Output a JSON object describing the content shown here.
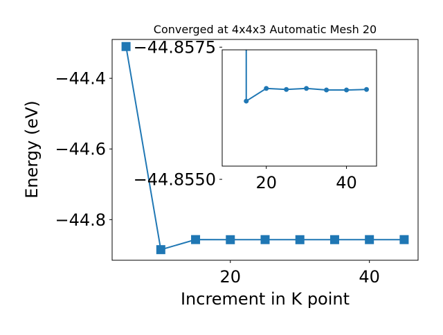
{
  "chart_data": [
    {
      "type": "line",
      "title": "Converged at 4x4x3 Automatic Mesh 20",
      "xlabel": "Increment in K point",
      "ylabel": "Energy (eV)",
      "xlim": [
        3,
        47
      ],
      "ylim": [
        -44.915,
        -44.29
      ],
      "xticks": [
        20,
        40
      ],
      "yticks": [
        -44.4,
        -44.6,
        -44.8
      ],
      "ytick_labels": [
        "−44.4",
        "−44.6",
        "−44.8"
      ],
      "xtick_labels": [
        "20",
        "40"
      ],
      "marker": "square",
      "color": "#1f77b4",
      "grid": false,
      "series": [
        {
          "x": [
            5,
            10,
            15,
            20,
            25,
            30,
            35,
            40,
            45
          ],
          "y": [
            -44.31,
            -44.885,
            -44.8565,
            -44.8568,
            -44.8566,
            -44.8568,
            -44.8567,
            -44.8566,
            -44.8566
          ]
        }
      ]
    },
    {
      "type": "line",
      "role": "inset",
      "xlim": [
        9,
        47.5
      ],
      "ylim": [
        -44.85525,
        -44.85745
      ],
      "xticks": [
        20,
        40
      ],
      "xtick_labels": [
        "20",
        "40"
      ],
      "yticks": [
        -44.8575,
        -44.855
      ],
      "ytick_labels": [
        "−44.8575",
        "−44.8550"
      ],
      "marker": "circle",
      "color": "#1f77b4",
      "grid": false,
      "series": [
        {
          "x": [
            15,
            20,
            25,
            30,
            35,
            40,
            45
          ],
          "y": [
            -44.8565,
            -44.8568,
            -44.8567,
            -44.8568,
            -44.8567,
            -44.8567,
            -44.8567
          ]
        }
      ],
      "note_y": [
        -44.85648,
        -44.85672,
        -44.8567,
        -44.85672,
        -44.85669,
        -44.85669,
        -44.8567
      ]
    }
  ]
}
